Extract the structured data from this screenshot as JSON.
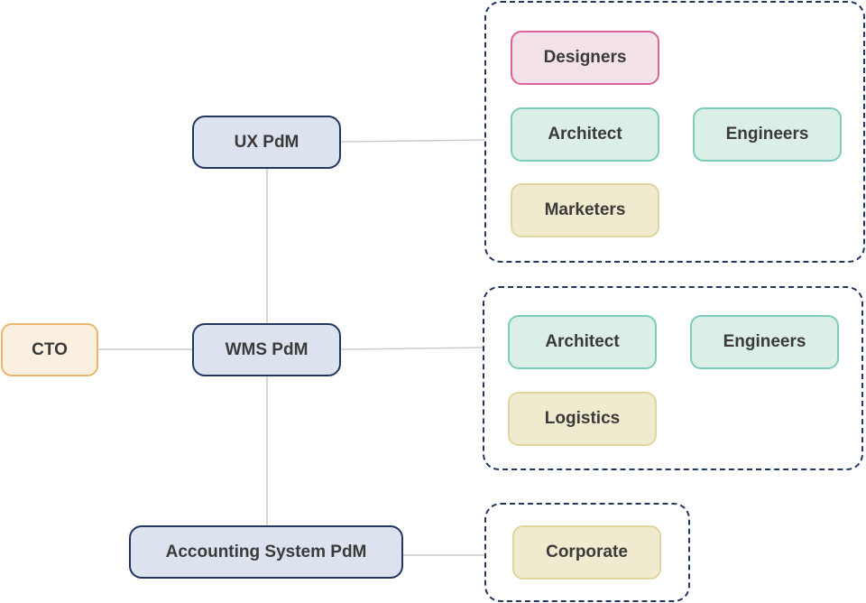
{
  "colors": {
    "pdm_fill": "#dce3ee",
    "pdm_border": "#22365f",
    "cto_fill": "#fbefdf",
    "cto_border": "#e9b56f",
    "designer_fill": "#f3e3e8",
    "designer_border": "#d9629a",
    "tech_fill": "#dcefe6",
    "tech_border": "#7ccbbd",
    "business_fill": "#f0ebce",
    "business_border": "#e0d59d",
    "connector": "#cccccc",
    "group_border": "#22365f"
  },
  "nodes": {
    "cto": "CTO",
    "ux_pdm": "UX PdM",
    "wms_pdm": "WMS PdM",
    "accounting_pdm": "Accounting System PdM"
  },
  "groups": {
    "ux_team": [
      "Designers",
      "Architect",
      "Engineers",
      "Marketers"
    ],
    "wms_team": [
      "Architect",
      "Engineers",
      "Logistics"
    ],
    "accounting_team": [
      "Corporate"
    ]
  },
  "edges": [
    [
      "CTO",
      "WMS PdM"
    ],
    [
      "UX PdM",
      "WMS PdM"
    ],
    [
      "WMS PdM",
      "Accounting System PdM"
    ],
    [
      "UX PdM",
      "ux_team"
    ],
    [
      "WMS PdM",
      "wms_team"
    ],
    [
      "Accounting System PdM",
      "accounting_team"
    ]
  ]
}
